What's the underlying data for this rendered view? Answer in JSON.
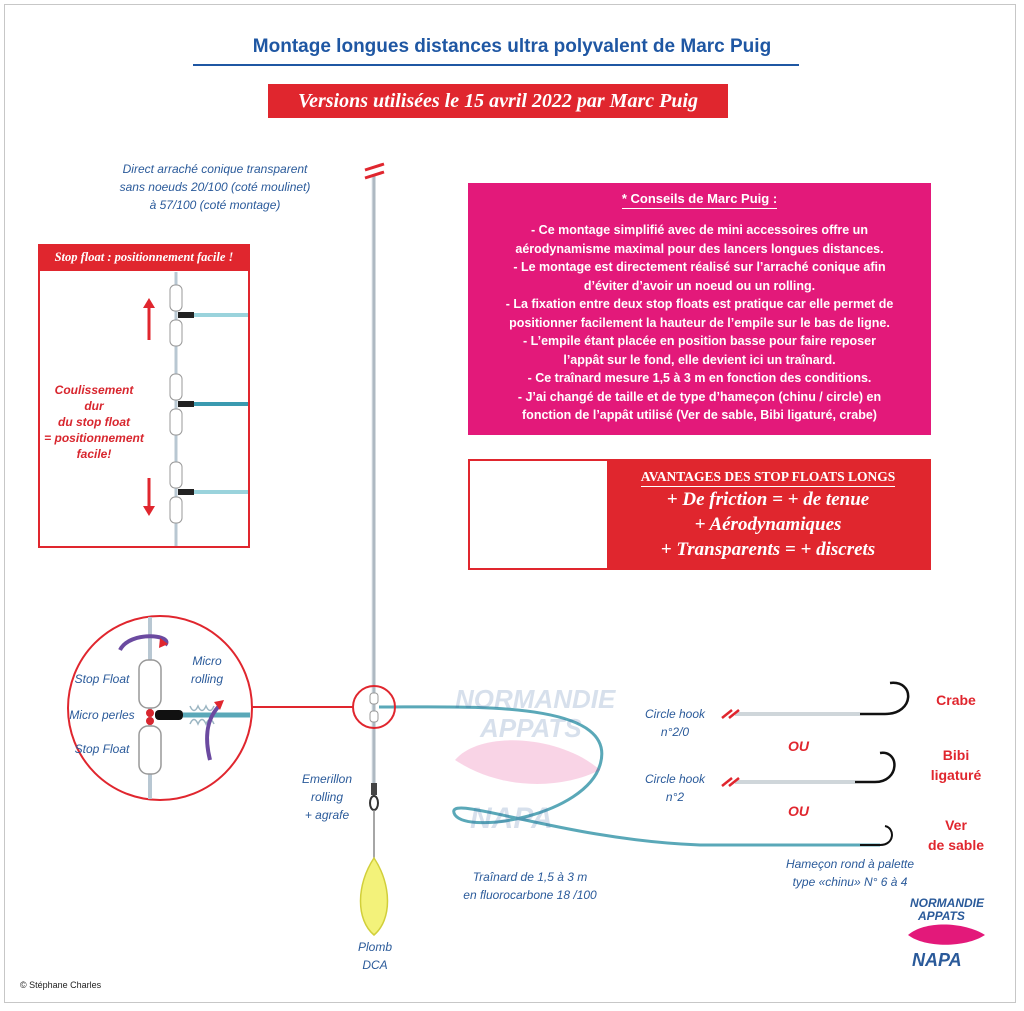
{
  "title": "Montage longues distances ultra polyvalent de Marc Puig",
  "subtitle": "Versions utilisées le 15 avril 2022 par Marc Puig",
  "line_label": [
    "Direct arraché conique transparent",
    "sans noeuds 20/100 (coté moulinet)",
    "à 57/100 (coté montage)"
  ],
  "stop_box": {
    "header": "Stop float : positionnement facile !",
    "note": [
      "Coulissement dur",
      "du stop float",
      "= positionnement",
      "facile!"
    ]
  },
  "advice": {
    "header": "* Conseils de Marc Puig :",
    "lines": [
      "- Ce montage simplifié avec de mini accessoires offre un",
      "aérodynamisme maximal pour des lancers longues distances.",
      "- Le montage est directement réalisé sur l’arraché conique afin",
      "d’éviter d’avoir un noeud ou un rolling.",
      "- La fixation entre deux stop floats est pratique car elle permet de",
      "positionner facilement la hauteur de l’empile sur le bas de ligne.",
      "- L’empile étant placée en position basse pour faire  reposer",
      "l’appât sur le fond, elle devient ici un traînard.",
      "- Ce traînard mesure 1,5 à 3 m en fonction des conditions.",
      "- J’ai changé de taille et de type d’hameçon (chinu / circle) en",
      "fonction de l’appât utilisé (Ver de sable, Bibi ligaturé, crabe)"
    ]
  },
  "advantages": {
    "header": "AVANTAGES DES STOP FLOATS LONGS",
    "lines": [
      "+ De friction = + de tenue",
      "+ Aérodynamiques",
      "+ Transparents = + discrets"
    ]
  },
  "zoom": {
    "stop_float_top": "Stop Float",
    "micro_rolling": [
      "Micro",
      "rolling"
    ],
    "micro_perles": "Micro perles",
    "stop_float_bottom": "Stop Float"
  },
  "emerillon": [
    "Emerillon",
    "rolling",
    "+ agrafe"
  ],
  "plomb": [
    "Plomb",
    "DCA"
  ],
  "trainard": [
    "Traînard de 1,5 à 3 m",
    "en fluorocarbone 18 /100"
  ],
  "hooks": {
    "circle1": [
      "Circle hook",
      "n°2/0"
    ],
    "circle2": [
      "Circle hook",
      "n°2"
    ],
    "chinu": [
      "Hameçon rond à palette",
      "type «chinu» N° 6 à 4"
    ]
  },
  "choices": {
    "crabe": "Crabe",
    "bibi": [
      "Bibi",
      "ligaturé"
    ],
    "ver": [
      "Ver",
      "de sable"
    ],
    "ou": "OU"
  },
  "logo_text": [
    "NORMANDIE",
    "APPATS",
    "NAPA"
  ],
  "copyright": "© Stéphane Charles",
  "colors": {
    "red": "#e0262e",
    "blue": "#1f57a3",
    "pink": "#e3197a",
    "line": "#5aa8b8"
  }
}
